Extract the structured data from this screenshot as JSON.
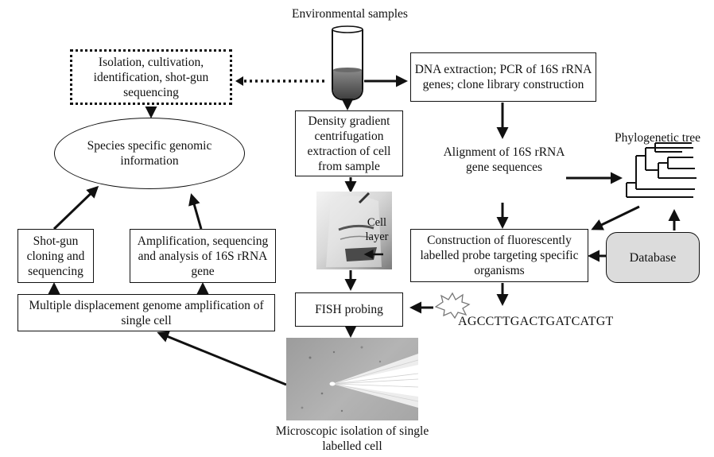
{
  "labels": {
    "env_samples": "Environmental samples",
    "isolation": "Isolation, cultivation, identification, shot-gun sequencing",
    "dna_extraction": "DNA extraction; PCR of 16S rRNA genes; clone library construction",
    "species_specific": "Species specific genomic information",
    "density_gradient": "Density gradient centrifugation extraction of cell from sample",
    "alignment": "Alignment of 16S rRNA gene sequences",
    "phylogenetic_tree": "Phylogenetic tree",
    "cell_layer": "Cell layer",
    "shotgun": "Shot-gun cloning and sequencing",
    "amplification": "Amplification, sequencing and analysis of 16S rRNA gene",
    "probe_construction": "Construction of fluorescently labelled probe targeting specific organisms",
    "database": "Database",
    "mda": "Multiple displacement genome amplification of single cell",
    "fish": "FISH probing",
    "sequence": "AGCCTTGACTGATCATGT",
    "microscopic": "Microscopic isolation of single labelled cell"
  }
}
